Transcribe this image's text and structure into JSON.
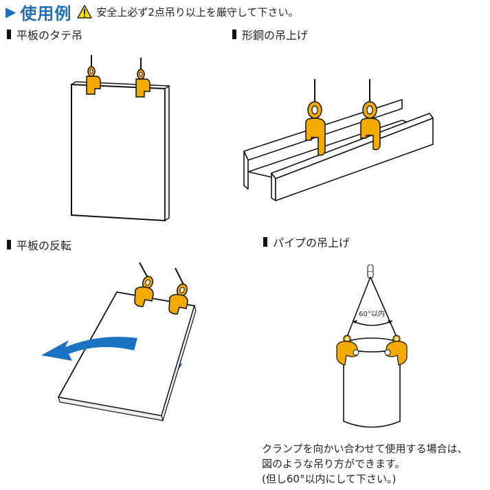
{
  "header": {
    "arrow_icon": "triangle-right",
    "title": "使用例",
    "warning_icon": "warning-triangle",
    "note": "安全上必ず2点吊り以上を厳守して下さい。"
  },
  "sections": [
    {
      "label": "平板のタテ吊"
    },
    {
      "label": "形鋼の吊上げ"
    },
    {
      "label": "平板の反転"
    },
    {
      "label": "パイプの吊上げ"
    }
  ],
  "pipe_figure": {
    "angle_label": "60°以内"
  },
  "caption": {
    "lines": [
      "クランプを向かい合わせて使用する場合は、",
      "図のような吊り方ができます。",
      "(但し60°以内にして下さい。)"
    ]
  },
  "colors": {
    "accent_blue": "#1f6eb6",
    "clamp_orange": "#f2a900",
    "arrow_blue": "#1b72c0",
    "warning_yellow": "#f5e100"
  }
}
